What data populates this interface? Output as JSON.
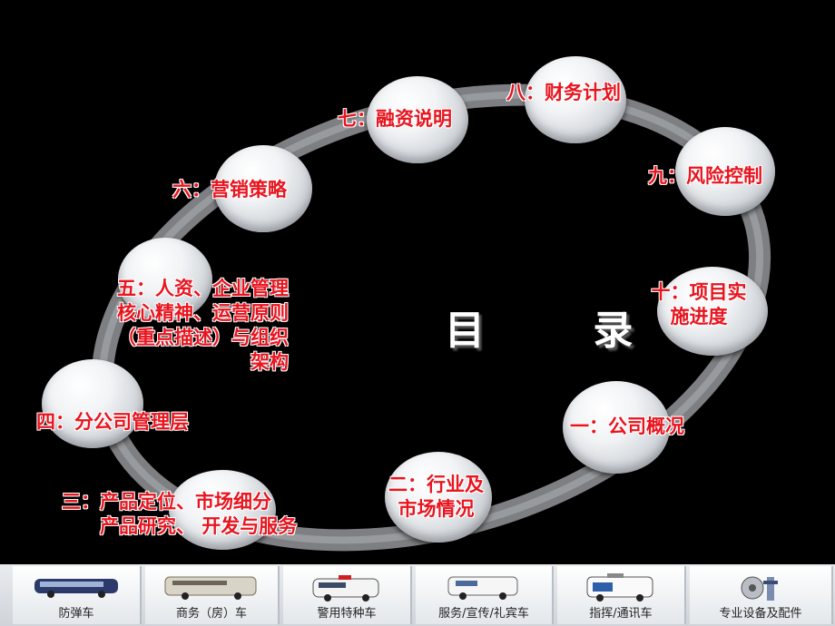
{
  "title": "目  录",
  "items": [
    {
      "label": "一：公司概况"
    },
    {
      "label": "二：行业及\n市场情况"
    },
    {
      "label": "三：产品定位、市场细分\n产品研究、 开发与服务"
    },
    {
      "label": "四：分公司管理层"
    },
    {
      "label": "五：人资、企业管理\n核心精神、运营原则\n（重点描述）与组织\n架构"
    },
    {
      "label": "六：营销策略"
    },
    {
      "label": "七：融资说明"
    },
    {
      "label": "八：财务计划"
    },
    {
      "label": "九：风险控制"
    },
    {
      "label": "十：项目实\n施进度"
    }
  ],
  "bottom_bar": [
    {
      "label": "防弹车",
      "icon": "bus-icon"
    },
    {
      "label": "商务（房）车",
      "icon": "rv-icon"
    },
    {
      "label": "警用特种车",
      "icon": "police-van-icon"
    },
    {
      "label": "服务/宣传/礼宾车",
      "icon": "van-icon"
    },
    {
      "label": "指挥/通讯车",
      "icon": "command-van-icon"
    },
    {
      "label": "专业设备及配件",
      "icon": "equipment-icon"
    }
  ],
  "colors": {
    "background": "#000000",
    "label": "#e8141e",
    "title": "#ffffff"
  }
}
